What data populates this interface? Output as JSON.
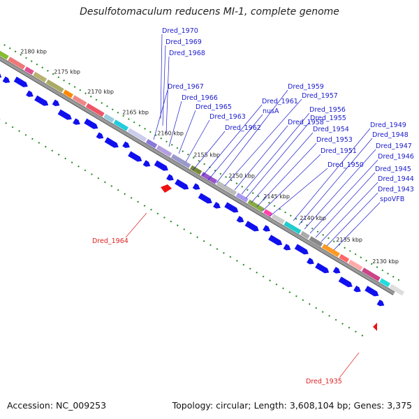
{
  "title": "Desulfotomaculum reducens MI-1, complete genome",
  "footer": {
    "accession": "Accession: NC_009253",
    "topology": "Topology: circular; Length: 3,608,104 bp; Genes: 3,375"
  },
  "colors": {
    "label_blue": "#1a1acc",
    "label_red": "#dd2222",
    "backbone": "#9a9a9a",
    "tick_green": "#1f8a1f",
    "gene_blue": "#1010ee"
  },
  "kbp_ticks": [
    "2180 kbp",
    "2175 kbp",
    "2170 kbp",
    "2165 kbp",
    "2160 kbp",
    "2155 kbp",
    "2150 kbp",
    "2145 kbp",
    "2140 kbp",
    "2135 kbp",
    "2130 kbp"
  ],
  "gene_labels_blue": [
    "Dred_1970",
    "Dred_1969",
    "Dred_1968",
    "Dred_1967",
    "Dred_1966",
    "Dred_1965",
    "Dred_1963",
    "Dred_1962",
    "Dred_1961",
    "nusA",
    "Dred_1959",
    "Dred_1957",
    "Dred_1958",
    "Dred_1956",
    "Dred_1955",
    "Dred_1954",
    "Dred_1953",
    "Dred_1951",
    "Dred_1950",
    "Dred_1949",
    "Dred_1948",
    "Dred_1947",
    "Dred_1946",
    "Dred_1945",
    "Dred_1944",
    "Dred_1943",
    "spoVFB"
  ],
  "gene_labels_red": [
    "Dred_1964",
    "Dred_1935"
  ]
}
